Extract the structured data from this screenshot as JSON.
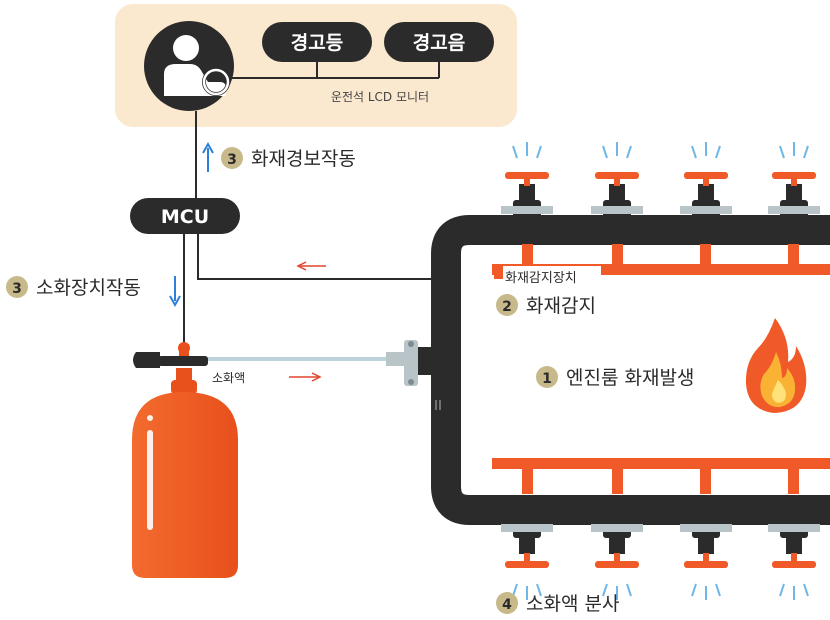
{
  "monitor": {
    "caption": "운전석 LCD 모니터",
    "warning_light": "경고등",
    "warning_sound": "경고음"
  },
  "mcu": {
    "label": "MCU"
  },
  "steps": [
    {
      "num": "1",
      "text": "엔진룸 화재발생"
    },
    {
      "num": "2",
      "text": "화재감지"
    },
    {
      "num": "3",
      "text": "화재경보작동"
    },
    {
      "num": "3",
      "text": "소화장치작동"
    },
    {
      "num": "4",
      "text": "소화액 분사"
    }
  ],
  "sensor_label": "화재감지장치",
  "agent_label": "소화액",
  "colors": {
    "panel_bg": "#fbe9cf",
    "dark": "#2b2b2b",
    "orange": "#f05a28",
    "badge": "#c7b98a",
    "arrow_blue": "#2e7fd9",
    "arrow_red": "#e0452b",
    "spray": "#6fb7e8"
  },
  "icons": [
    "driver-icon",
    "fire-icon",
    "extinguisher-icon",
    "nozzle-icon"
  ]
}
